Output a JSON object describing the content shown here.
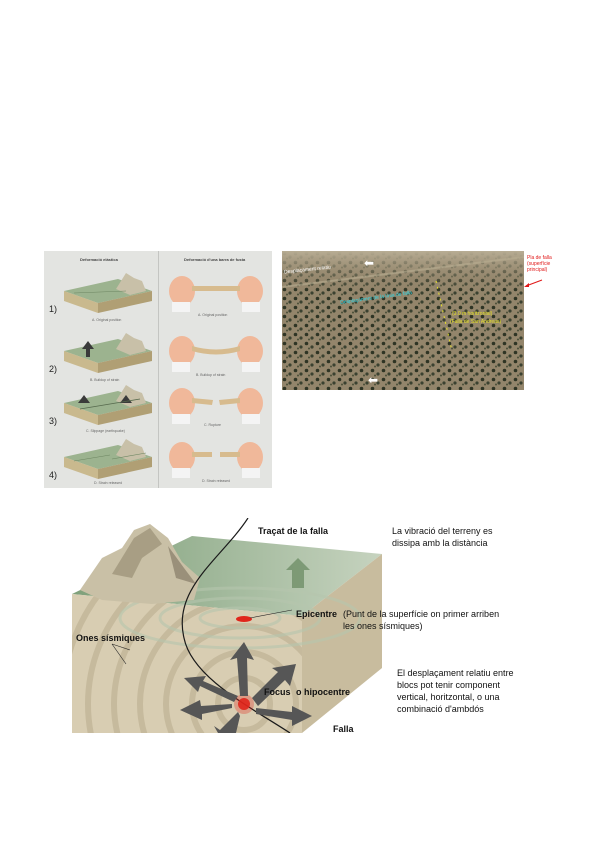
{
  "deformation_figure": {
    "left_column_title": "Deformació elàstica",
    "right_column_title": "Deformació d'una barra de fusta",
    "steps": [
      {
        "number": "1)",
        "block_caption": "A. Original position",
        "rod_caption": "A. Original position"
      },
      {
        "number": "2)",
        "block_caption": "B. Buildup of strain",
        "rod_caption": "B. Buildup of strain"
      },
      {
        "number": "3)",
        "block_caption": "C. Slippage (earthquake)",
        "rod_caption": "C. Rupture"
      },
      {
        "number": "4)",
        "block_caption": "D. Strain released",
        "rod_caption": "D. Strain released"
      }
    ]
  },
  "aerial_photo": {
    "left_label": "Desplaçament relatiu",
    "fault_label": "Desplaçament de la línia de falla",
    "yellow_label_1": "(3.0 m horitzontal)",
    "yellow_label_2": "(Falla de San Andreas)",
    "side_label_1": "Pla de falla",
    "side_label_2": "(superfície",
    "side_label_3": "principal)"
  },
  "block_diagram": {
    "fault_trace_label": "Traçat de la falla",
    "vibration_label_1": "La vibració del terreny es",
    "vibration_label_2": "dissipa amb la distància",
    "epicentre_label": "Epicentre",
    "epicentre_note_1": "(Punt de la superfície on primer arriben",
    "epicentre_note_2": "les ones sísmiques)",
    "seismic_waves_label": "Ones sísmiques",
    "displacement_note_1": "El desplaçament relatiu entre",
    "displacement_note_2": "blocs pot tenir component",
    "displacement_note_3": "vertical, horitzontal, o una",
    "displacement_note_4": "combinació d'ambdós",
    "focus_label": "Focus",
    "hypocentre_label": "o hipocentre",
    "fault_label": "Falla"
  },
  "colors": {
    "terrain_green": "#8fae8a",
    "block_tan": "#d8cdb2",
    "epicentre_red": "#e0251b",
    "aerial_cyan": "#2ed8e8",
    "aerial_yellow": "#e6e02a",
    "side_red": "#e01818"
  }
}
